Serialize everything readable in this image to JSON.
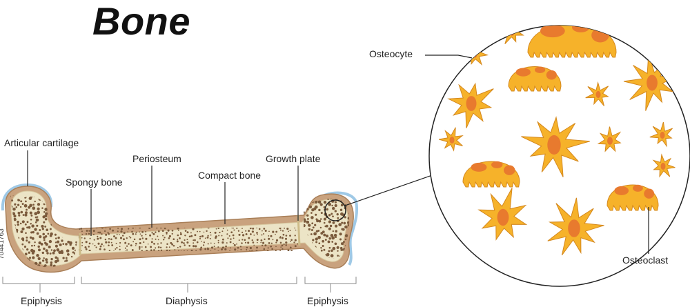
{
  "title": "Bone",
  "labels": {
    "articular_cartilage": "Articular cartilage",
    "spongy_bone": "Spongy bone",
    "periosteum": "Periosteum",
    "compact_bone": "Compact bone",
    "growth_plate": "Growth plate",
    "osteocyte": "Osteocyte",
    "osteoclast": "Osteoclast",
    "epiphysis_left": "Epiphysis",
    "diaphysis": "Diaphysis",
    "epiphysis_right": "Epiphysis"
  },
  "stock_id": "70441763",
  "colors": {
    "bone_outer": "#c9a27e",
    "bone_fill": "#ece4c6",
    "spongy_dots": "#7a5a3c",
    "cartilage": "#9fc9e6",
    "cell_yellow": "#f6b22a",
    "cell_orange": "#e87a2e",
    "cell_outline": "#d4881e"
  }
}
